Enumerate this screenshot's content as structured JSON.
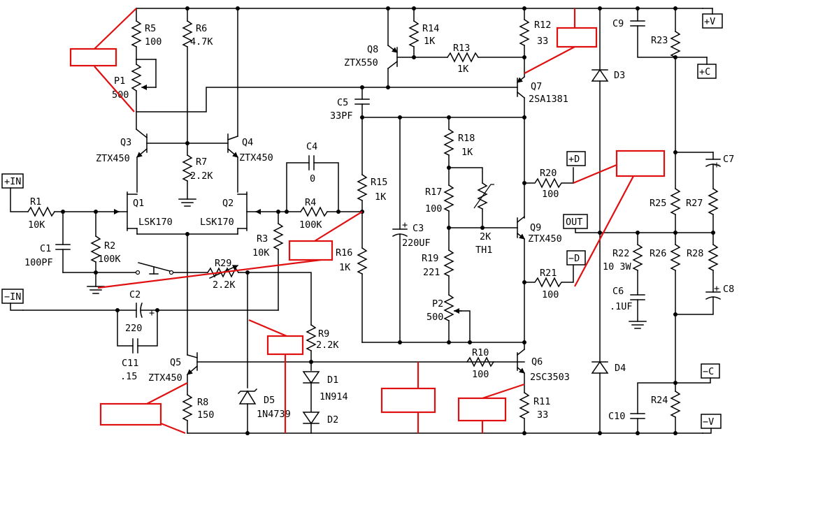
{
  "components": {
    "R1": {
      "ref": "R1",
      "value": "10K"
    },
    "R2": {
      "ref": "R2",
      "value": "100K"
    },
    "R3": {
      "ref": "R3",
      "value": "10K"
    },
    "R4": {
      "ref": "R4",
      "value": "100K"
    },
    "R5": {
      "ref": "R5",
      "value": "100"
    },
    "R6": {
      "ref": "R6",
      "value": "4.7K"
    },
    "R7": {
      "ref": "R7",
      "value": "2.2K"
    },
    "R8": {
      "ref": "R8",
      "value": "150"
    },
    "R9": {
      "ref": "R9",
      "value": "2.2K"
    },
    "R10": {
      "ref": "R10",
      "value": "100"
    },
    "R11": {
      "ref": "R11",
      "value": "33"
    },
    "R12": {
      "ref": "R12",
      "value": "33"
    },
    "R13": {
      "ref": "R13",
      "value": "1K"
    },
    "R14": {
      "ref": "R14",
      "value": "1K"
    },
    "R15": {
      "ref": "R15",
      "value": "1K"
    },
    "R16": {
      "ref": "R16",
      "value": "1K"
    },
    "R17": {
      "ref": "R17",
      "value": "100"
    },
    "R18": {
      "ref": "R18",
      "value": "1K"
    },
    "R19": {
      "ref": "R19",
      "value": "221"
    },
    "R20": {
      "ref": "R20",
      "value": "100"
    },
    "R21": {
      "ref": "R21",
      "value": "100"
    },
    "R22": {
      "ref": "R22",
      "value": "10 3W"
    },
    "R23": {
      "ref": "R23",
      "value": ""
    },
    "R24": {
      "ref": "R24",
      "value": ""
    },
    "R25": {
      "ref": "R25",
      "value": ""
    },
    "R26": {
      "ref": "R26",
      "value": ""
    },
    "R27": {
      "ref": "R27",
      "value": ""
    },
    "R28": {
      "ref": "R28",
      "value": ""
    },
    "R29": {
      "ref": "R29",
      "value": "2.2K"
    },
    "C1": {
      "ref": "C1",
      "value": "100PF"
    },
    "C2": {
      "ref": "C2",
      "value": "220"
    },
    "C3": {
      "ref": "C3",
      "value": "220UF"
    },
    "C4": {
      "ref": "C4",
      "value": "0"
    },
    "C5": {
      "ref": "C5",
      "value": "33PF"
    },
    "C6": {
      "ref": "C6",
      "value": ".1UF"
    },
    "C7": {
      "ref": "C7",
      "value": ""
    },
    "C8": {
      "ref": "C8",
      "value": ""
    },
    "C9": {
      "ref": "C9",
      "value": ""
    },
    "C10": {
      "ref": "C10",
      "value": ""
    },
    "C11": {
      "ref": "C11",
      "value": ".15"
    },
    "P1": {
      "ref": "P1",
      "value": "500"
    },
    "P2": {
      "ref": "P2",
      "value": "500"
    },
    "TH1": {
      "ref": "TH1",
      "value": "2K"
    },
    "Q1": {
      "ref": "Q1",
      "value": "LSK170"
    },
    "Q2": {
      "ref": "Q2",
      "value": "LSK170"
    },
    "Q3": {
      "ref": "Q3",
      "value": "ZTX450"
    },
    "Q4": {
      "ref": "Q4",
      "value": "ZTX450"
    },
    "Q5": {
      "ref": "Q5",
      "value": "ZTX450"
    },
    "Q6": {
      "ref": "Q6",
      "value": "2SC3503"
    },
    "Q7": {
      "ref": "Q7",
      "value": "2SA1381"
    },
    "Q8": {
      "ref": "Q8",
      "value": "ZTX550"
    },
    "Q9": {
      "ref": "Q9",
      "value": "ZTX450"
    },
    "D1": {
      "ref": "D1",
      "value": "1N914"
    },
    "D2": {
      "ref": "D2",
      "value": ""
    },
    "D3": {
      "ref": "D3",
      "value": ""
    },
    "D4": {
      "ref": "D4",
      "value": ""
    },
    "D5": {
      "ref": "D5",
      "value": "1N4739"
    }
  },
  "terminals": {
    "in_plus": "+IN",
    "in_minus": "−IN",
    "v_plus": "+V",
    "v_minus": "−V",
    "c_plus": "+C",
    "c_minus": "−C",
    "d_plus": "+D",
    "d_minus": "−D",
    "out": "OUT"
  },
  "colors": {
    "wire": "#000000",
    "annotation": "#e01010"
  }
}
